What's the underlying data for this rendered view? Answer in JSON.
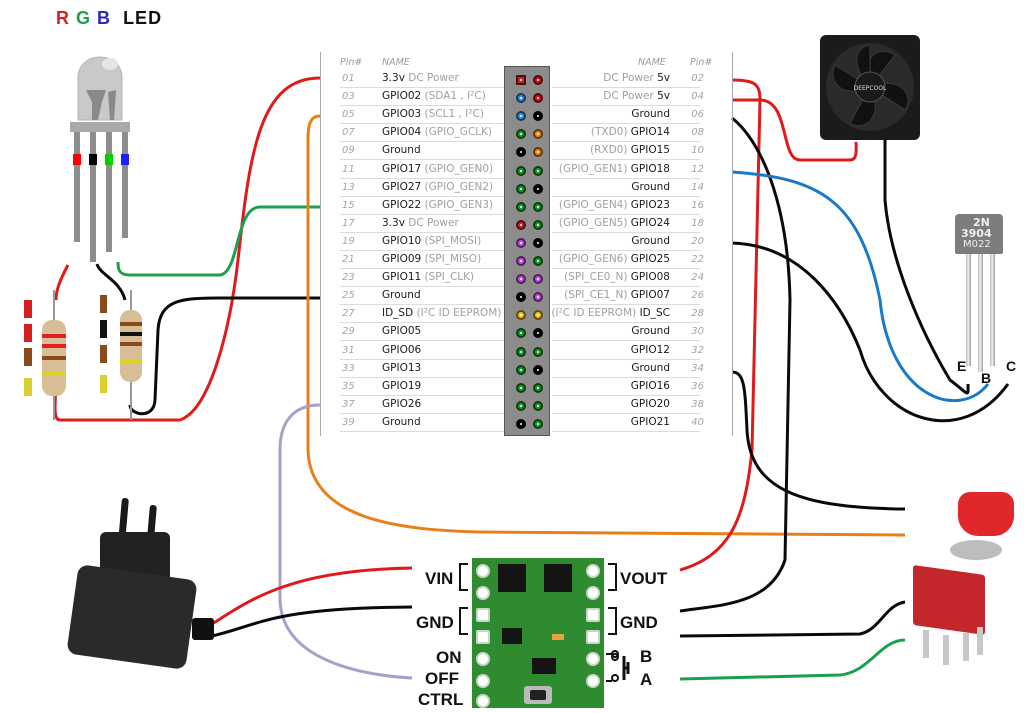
{
  "title": "Raspberry Pi GPIO wiring diagram",
  "rgb_led": {
    "title_letters": [
      {
        "text": "R",
        "color": "#d62020"
      },
      {
        "text": "G",
        "color": "#1aa04a"
      },
      {
        "text": "B",
        "color": "#2a2ab8"
      }
    ],
    "title_suffix": "LED",
    "lead_colors": [
      "#ff0000",
      "#000000",
      "#00d000",
      "#2020ff"
    ]
  },
  "gpio_header": {
    "left_header": {
      "pin": "Pin#",
      "name": "NAME"
    },
    "right_header": {
      "pin": "Pin#",
      "name": "NAME"
    },
    "rows": [
      {
        "l_pin": "01",
        "l_name": "3.3v",
        "l_muted": " DC Power",
        "l_color": "#c0282a",
        "l_shape": "square",
        "r_pin": "02",
        "r_name": "5v",
        "r_muted": "DC Power ",
        "r_color": "#d01418"
      },
      {
        "l_pin": "03",
        "l_name": "GPIO02",
        "l_muted": " (SDA1 , I²C)",
        "l_color": "#3a8ee0",
        "r_pin": "04",
        "r_name": "5v",
        "r_muted": "DC Power ",
        "r_color": "#d01418"
      },
      {
        "l_pin": "05",
        "l_name": "GPIO03",
        "l_muted": " (SCL1 , I²C)",
        "l_color": "#3a8ee0",
        "r_pin": "06",
        "r_name": "Ground",
        "r_muted": "",
        "r_color": "#000000"
      },
      {
        "l_pin": "07",
        "l_name": "GPIO04",
        "l_muted": " (GPIO_GCLK)",
        "l_color": "#1a9a2a",
        "r_pin": "08",
        "r_name": "GPIO14",
        "r_muted": "(TXD0) ",
        "r_color": "#f0901a"
      },
      {
        "l_pin": "09",
        "l_name": "Ground",
        "l_muted": "",
        "l_color": "#000000",
        "r_pin": "10",
        "r_name": "GPIO15",
        "r_muted": "(RXD0) ",
        "r_color": "#f0901a"
      },
      {
        "l_pin": "11",
        "l_name": "GPIO17",
        "l_muted": " (GPIO_GEN0)",
        "l_color": "#1a9a2a",
        "r_pin": "12",
        "r_name": "GPIO18",
        "r_muted": "(GPIO_GEN1) ",
        "r_color": "#1a9a2a"
      },
      {
        "l_pin": "13",
        "l_name": "GPIO27",
        "l_muted": " (GPIO_GEN2)",
        "l_color": "#1a9a2a",
        "r_pin": "14",
        "r_name": "Ground",
        "r_muted": "",
        "r_color": "#000000"
      },
      {
        "l_pin": "15",
        "l_name": "GPIO22",
        "l_muted": " (GPIO_GEN3)",
        "l_color": "#1a9a2a",
        "r_pin": "16",
        "r_name": "GPIO23",
        "r_muted": "(GPIO_GEN4) ",
        "r_color": "#1a9a2a"
      },
      {
        "l_pin": "17",
        "l_name": "3.3v",
        "l_muted": " DC Power",
        "l_color": "#c0282a",
        "r_pin": "18",
        "r_name": "GPIO24",
        "r_muted": "(GPIO_GEN5) ",
        "r_color": "#1a9a2a"
      },
      {
        "l_pin": "19",
        "l_name": "GPIO10",
        "l_muted": " (SPI_MOSI)",
        "l_color": "#c050e0",
        "r_pin": "20",
        "r_name": "Ground",
        "r_muted": "",
        "r_color": "#000000"
      },
      {
        "l_pin": "21",
        "l_name": "GPIO09",
        "l_muted": " (SPI_MISO)",
        "l_color": "#c050e0",
        "r_pin": "22",
        "r_name": "GPIO25",
        "r_muted": "(GPIO_GEN6) ",
        "r_color": "#1a9a2a"
      },
      {
        "l_pin": "23",
        "l_name": "GPIO11",
        "l_muted": " (SPI_CLK)",
        "l_color": "#c050e0",
        "r_pin": "24",
        "r_name": "GPIO08",
        "r_muted": "(SPI_CE0_N) ",
        "r_color": "#c050e0"
      },
      {
        "l_pin": "25",
        "l_name": "Ground",
        "l_muted": "",
        "l_color": "#000000",
        "r_pin": "26",
        "r_name": "GPIO07",
        "r_muted": "(SPI_CE1_N) ",
        "r_color": "#c050e0"
      },
      {
        "l_pin": "27",
        "l_name": "ID_SD",
        "l_muted": " (I²C ID EEPROM)",
        "l_color": "#f0c020",
        "r_pin": "28",
        "r_name": "ID_SC",
        "r_muted": "(I²C ID EEPROM) ",
        "r_color": "#f0c020"
      },
      {
        "l_pin": "29",
        "l_name": "GPIO05",
        "l_muted": "",
        "l_color": "#1a9a2a",
        "r_pin": "30",
        "r_name": "Ground",
        "r_muted": "",
        "r_color": "#000000"
      },
      {
        "l_pin": "31",
        "l_name": "GPIO06",
        "l_muted": "",
        "l_color": "#1a9a2a",
        "r_pin": "32",
        "r_name": "GPIO12",
        "r_muted": "",
        "r_color": "#1a9a2a"
      },
      {
        "l_pin": "33",
        "l_name": "GPIO13",
        "l_muted": "",
        "l_color": "#1a9a2a",
        "r_pin": "34",
        "r_name": "Ground",
        "r_muted": "",
        "r_color": "#000000"
      },
      {
        "l_pin": "35",
        "l_name": "GPIO19",
        "l_muted": "",
        "l_color": "#1a9a2a",
        "r_pin": "36",
        "r_name": "GPIO16",
        "r_muted": "",
        "r_color": "#1a9a2a"
      },
      {
        "l_pin": "37",
        "l_name": "GPIO26",
        "l_muted": "",
        "l_color": "#1a9a2a",
        "r_pin": "38",
        "r_name": "GPIO20",
        "r_muted": "",
        "r_color": "#1a9a2a"
      },
      {
        "l_pin": "39",
        "l_name": "Ground",
        "l_muted": "",
        "l_color": "#000000",
        "r_pin": "40",
        "r_name": "GPIO21",
        "r_muted": "",
        "r_color": "#1a9a2a"
      }
    ]
  },
  "transistor": {
    "marking_line1": "2N",
    "marking_line2": "3904",
    "marking_line3": "M022",
    "pins": [
      "E",
      "B",
      "C"
    ]
  },
  "fan": {
    "brand": "DEEPCOOL"
  },
  "power_switch_board": {
    "left_labels": [
      "VIN",
      "GND",
      "ON",
      "OFF",
      "CTRL"
    ],
    "right_labels": [
      "VOUT",
      "GND",
      "B",
      "A"
    ]
  },
  "wire_colors": {
    "red": "#e01a1a",
    "black": "#0a0a0a",
    "green": "#1aa050",
    "blue": "#1a7ac8",
    "orange": "#e8801a",
    "lavender": "#a8a0c8"
  }
}
